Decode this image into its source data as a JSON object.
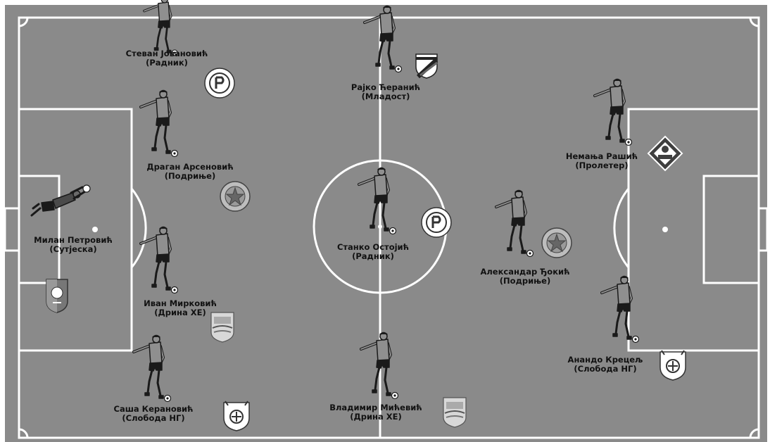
{
  "colors": {
    "pitch": "#8a8a8a",
    "lines": "#ffffff",
    "shirt": "#8f8f8f",
    "outline": "#1a1a1a",
    "shorts": "#1a1a1a"
  },
  "players": [
    {
      "name": "Стеван Јовановић",
      "club": "(Радник)",
      "badge": "radnik-badge"
    },
    {
      "name": "Рајко Ћеранић",
      "club": "(Младост)",
      "badge": "mladost-badge"
    },
    {
      "name": "Драган Арсеновић",
      "club": "(Подриње)",
      "badge": "podrinje-badge"
    },
    {
      "name": "Немања Рашић",
      "club": "(Пролетер)",
      "badge": "proleter-badge"
    },
    {
      "name": "Милан Петровић",
      "club": "(Сутјеска)",
      "badge": "sutjeska-badge"
    },
    {
      "name": "Станко Остојић",
      "club": "(Радник)",
      "badge": "radnik-badge"
    },
    {
      "name": "Александар Ђокић",
      "club": "(Подриње)",
      "badge": "podrinje-badge"
    },
    {
      "name": "Иван Мирковић",
      "club": "(Дрина ХЕ)",
      "badge": "drina-he-badge"
    },
    {
      "name": "Анандо Крецељ",
      "club": "(Слобода НГ)",
      "badge": "sloboda-ng-badge"
    },
    {
      "name": "Саша Керановић",
      "club": "(Слобода НГ)",
      "badge": "sloboda-ng-badge"
    },
    {
      "name": "Владимир Мићевић",
      "club": "(Дрина ХЕ)",
      "badge": "drina-he-badge"
    }
  ]
}
